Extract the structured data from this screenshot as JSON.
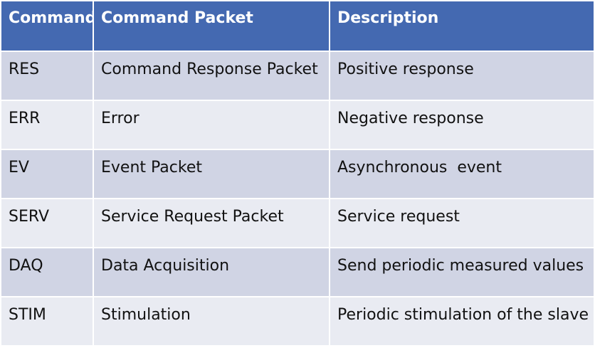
{
  "table": {
    "headers": [
      "Command",
      "Command Packet",
      "Description"
    ],
    "rows": [
      [
        "RES",
        "Command Response Packet",
        "Positive response"
      ],
      [
        "ERR",
        "Error",
        "Negative response"
      ],
      [
        "EV",
        "Event Packet",
        "Asynchronous  event"
      ],
      [
        "SERV",
        "Service Request Packet",
        "Service request"
      ],
      [
        "DAQ",
        "Data Acquisition",
        "Send periodic measured values"
      ],
      [
        "STIM",
        "Stimulation",
        "Periodic stimulation of the slave"
      ]
    ]
  },
  "colors": {
    "header_bg": "#4469b1",
    "header_text": "#ffffff",
    "row_odd_bg": "#d0d4e4",
    "row_even_bg": "#e9ebf2"
  }
}
